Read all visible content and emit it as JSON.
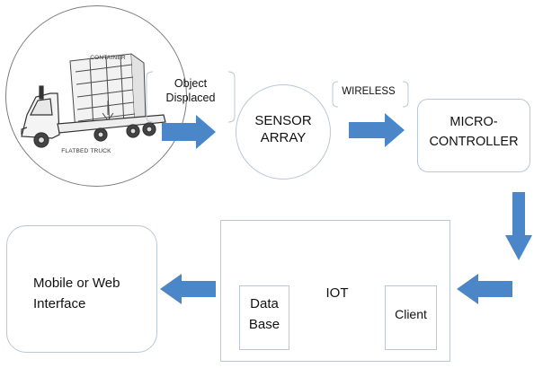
{
  "diagram": {
    "nodes": {
      "vehicle": {
        "container_label": "CONTAINER",
        "truck_label": "FLATBED TRUCK"
      },
      "sensor": {
        "line1": "SENSOR",
        "line2": "ARRAY"
      },
      "micro": {
        "line1": "MICRO-",
        "line2": "CONTROLLER"
      },
      "iot": {
        "label": "IOT"
      },
      "database": {
        "line1": "Data",
        "line2": "Base"
      },
      "client": {
        "label": "Client"
      },
      "mobile": {
        "line1": "Mobile or Web",
        "line2": "Interface"
      }
    },
    "edges": {
      "vehicle_to_sensor": {
        "line1": "Object",
        "line2": "Displaced"
      },
      "sensor_to_micro": {
        "label": "WIRELESS"
      },
      "micro_to_iot": {
        "label": ""
      },
      "iot_to_mobile": {
        "label": ""
      }
    },
    "colors": {
      "arrow": "#4a86c8",
      "node_border": "#b9c7d6",
      "outline": "#7d7d7d"
    }
  }
}
